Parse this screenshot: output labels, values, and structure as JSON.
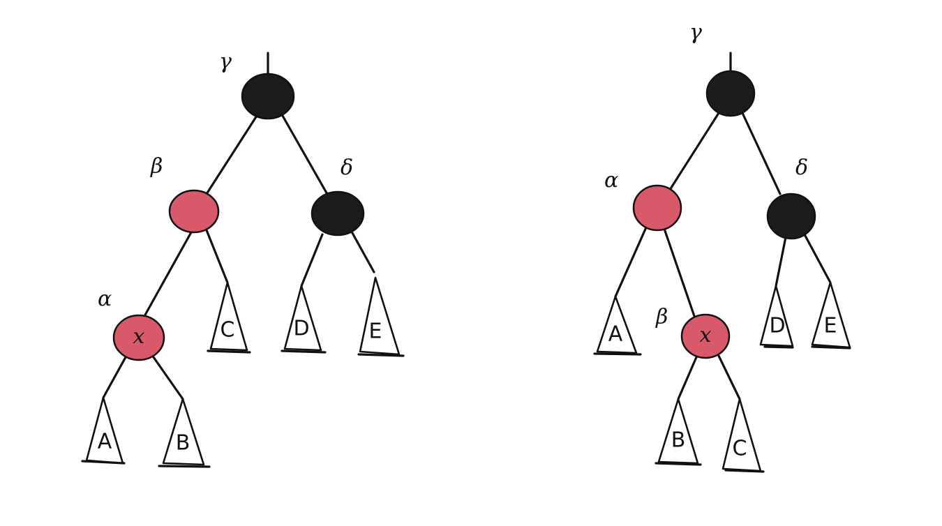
{
  "colors": {
    "black_node": "#1c1c1c",
    "red_node": "#d85a6a",
    "ink": "#111111"
  },
  "left_tree": {
    "gamma": "γ",
    "beta": "β",
    "delta": "δ",
    "alpha": "α",
    "x": "x",
    "subtrees": [
      "A",
      "B",
      "C",
      "D",
      "E"
    ]
  },
  "right_tree": {
    "gamma": "γ",
    "alpha": "α",
    "delta": "δ",
    "beta": "β",
    "x": "x",
    "subtrees": [
      "A",
      "B",
      "C",
      "D",
      "E"
    ]
  }
}
